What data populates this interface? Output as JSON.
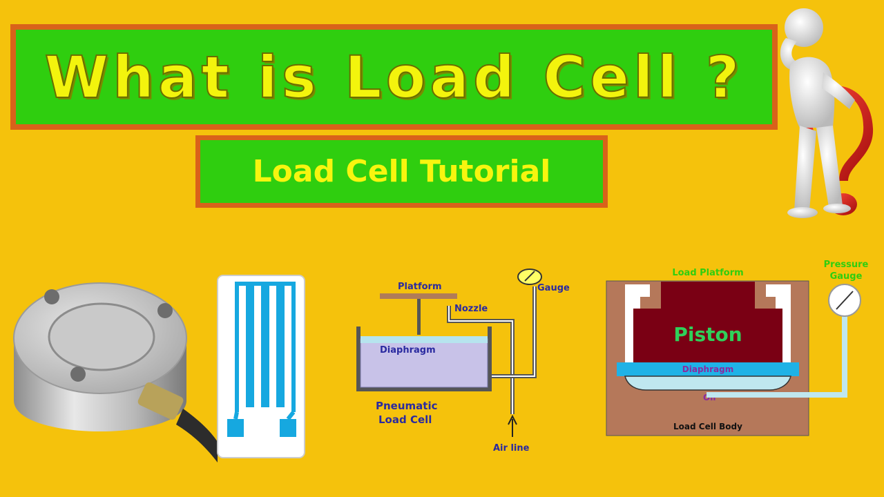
{
  "title": "What is Load Cell ?",
  "subtitle": "Load Cell Tutorial",
  "pneumatic": {
    "platform": "Platform",
    "nozzle": "Nozzle",
    "gauge": "Gauge",
    "diaphragm": "Diaphragm",
    "caption_line1": "Pneumatic",
    "caption_line2": "Load Cell",
    "air_line": "Air  line"
  },
  "hydraulic": {
    "load_platform": "Load Platform",
    "piston": "Piston",
    "diaphragm": "Diaphragm",
    "oil": "Oil",
    "body": "Load Cell Body",
    "pressure_line1": "Pressure",
    "pressure_line2": "Gauge"
  },
  "colors": {
    "background": "#f5c20c",
    "banner_green": "#2fce0f",
    "banner_border": "#d9621a",
    "title_yellow": "#f3f40d",
    "piston": "#7a0014",
    "body_brown": "#b5785a",
    "diaphragm_blue": "#1fb2e6"
  }
}
